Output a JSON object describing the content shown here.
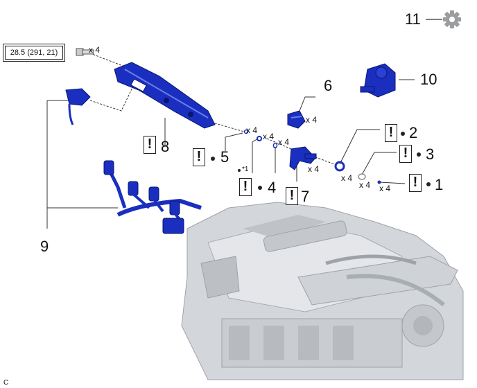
{
  "torque_spec": "28.5 (291, 21)",
  "qty_label": "x 4",
  "footnote_marker": "*1",
  "caution_symbol": "!",
  "figure_code": "C",
  "parts": {
    "p1": "1",
    "p2": "2",
    "p3": "3",
    "p4": "4",
    "p5": "5",
    "p6": "6",
    "p7": "7",
    "p8": "8",
    "p9": "9",
    "p10": "10",
    "p11": "11"
  },
  "colors": {
    "part_blue": "#1a2fbf",
    "engine_gray": "#c9ccd0",
    "line": "#333333"
  },
  "icons": {
    "settings": "gear-icon"
  }
}
